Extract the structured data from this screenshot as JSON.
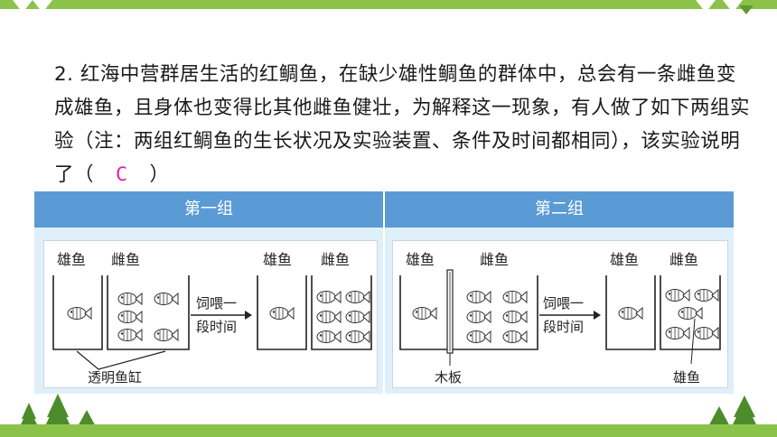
{
  "question": {
    "text": "2. 红海中营群居生活的红鲷鱼，在缺少雄性鲷鱼的群体中，总会有一条雌鱼变成雄鱼，且身体也变得比其他雌鱼健壮，为解释这一现象，有人做了如下两组实验（注：两组红鲷鱼的生长状况及实验装置、条件及时间都相同），该实验说明了（",
    "answer": "C",
    "close": "）"
  },
  "table": {
    "headers": [
      "第一组",
      "第二组"
    ]
  },
  "group1": {
    "male_label": "雄鱼",
    "female_label": "雌鱼",
    "arrow_label_line1": "饲喂一",
    "arrow_label_line2": "段时间",
    "after_male_label": "雄鱼",
    "after_female_label": "雌鱼",
    "tank_label": "透明鱼缸"
  },
  "group2": {
    "male_label": "雄鱼",
    "female_label": "雌鱼",
    "arrow_label_line1": "饲喂一",
    "arrow_label_line2": "段时间",
    "after_male_label": "雄鱼",
    "after_female_label": "雌鱼",
    "board_label": "木板",
    "new_male_label": "雄鱼"
  },
  "colors": {
    "header_bg": "#5b9bd5",
    "table_bg": "#dff0fb",
    "answer": "#e0219a",
    "theme_green": "#8bc34a"
  }
}
